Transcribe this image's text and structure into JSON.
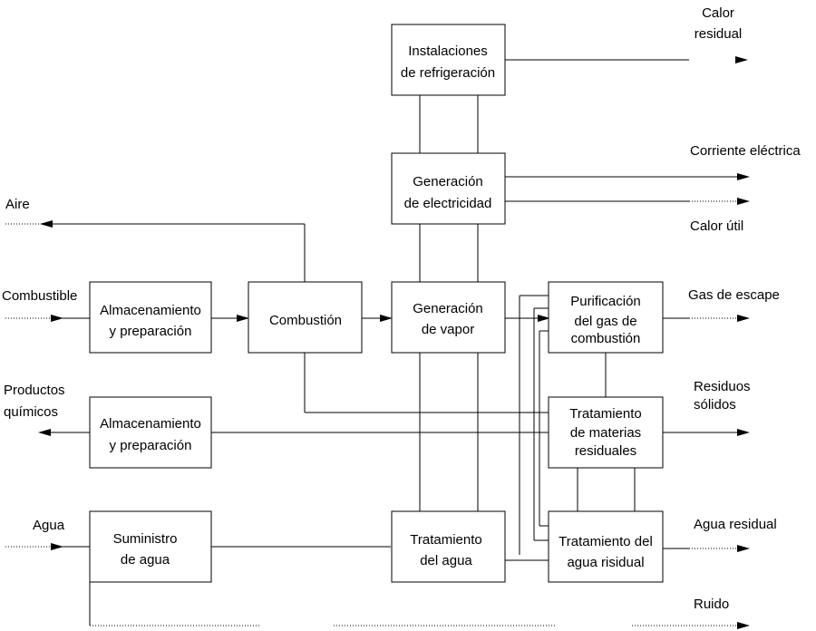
{
  "boxes": {
    "refrigeration": [
      "Instalaciones",
      "de refrigeración"
    ],
    "electricity": [
      "Generación",
      "de electricidad"
    ],
    "storage1": [
      "Almacenamiento",
      "y preparación"
    ],
    "combustion": [
      "Combustión"
    ],
    "steam": [
      "Generación",
      "de vapor"
    ],
    "gas_purification": [
      "Purificación",
      "del gas de",
      "combustión"
    ],
    "storage2": [
      "Almacenamiento",
      "y preparación"
    ],
    "waste_treatment": [
      "Tratamiento",
      "de materias",
      "residuales"
    ],
    "water_supply": [
      "Suministro",
      "de agua"
    ],
    "water_treatment": [
      "Tratamiento",
      "del agua"
    ],
    "wastewater_treatment": [
      "Tratamiento del",
      "agua risidual"
    ]
  },
  "inputs": {
    "air": [
      "Aire"
    ],
    "fuel": [
      "Combustible"
    ],
    "chemicals": [
      "Productos",
      "químicos"
    ],
    "water": [
      "Agua"
    ]
  },
  "outputs": {
    "residual_heat": [
      "Calor",
      "residual"
    ],
    "electric_current": [
      "Corriente eléctrica"
    ],
    "useful_heat": [
      "Calor útil"
    ],
    "exhaust_gas": [
      "Gas de escape"
    ],
    "solid_waste": [
      "Residuos",
      "sólidos"
    ],
    "wastewater": [
      "Agua residual"
    ],
    "noise": [
      "Ruido"
    ]
  }
}
